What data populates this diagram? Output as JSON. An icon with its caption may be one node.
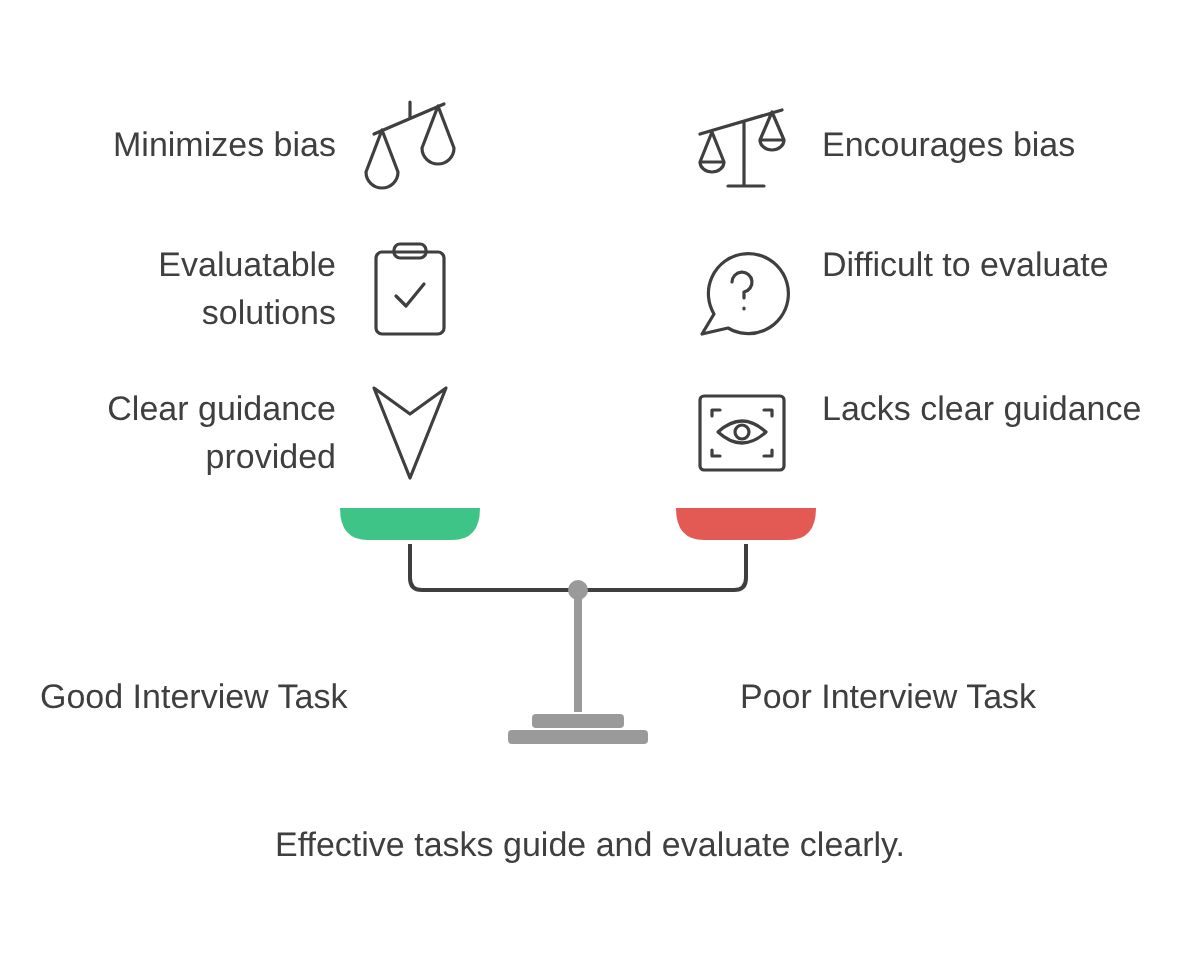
{
  "diagram": {
    "labels": [
      "Minimizes bias",
      "Encourages bias",
      "Evaluatable solutions",
      "Difficult to evaluate",
      "Clear guidance provided",
      "Lacks clear guidance",
      "Good Interview Task",
      "Poor Interview Task"
    ],
    "caption": "Effective tasks guide and evaluate clearly."
  }
}
